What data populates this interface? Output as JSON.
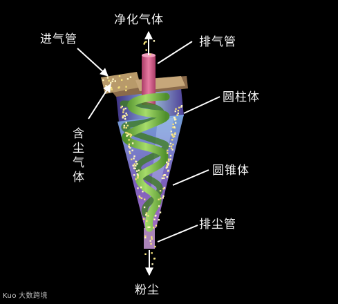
{
  "labels": {
    "clean_gas": "净化气体",
    "inlet_pipe": "进气管",
    "outlet_pipe": "排气管",
    "cylinder": "圆柱体",
    "dusty_gas": "含尘气体",
    "cone": "圆锥体",
    "dust_outlet": "排尘管",
    "dust": "粉尘"
  },
  "watermark": {
    "logo": "Kuo",
    "text": "大数跨境"
  },
  "colors": {
    "background": "#000000",
    "outlet_pipe": "#d9608a",
    "cone_blue": "#6fa6e6",
    "cone_purple": "#7a5fc8",
    "spiral": "#7fc247",
    "dust": "#f2e070",
    "arrow": "#ffffff"
  }
}
